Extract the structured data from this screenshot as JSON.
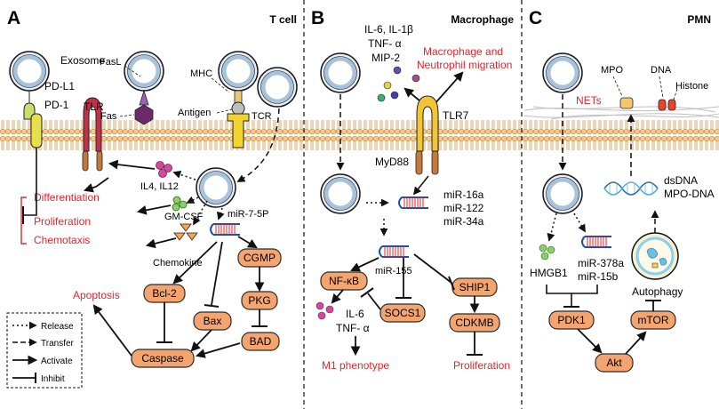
{
  "panels": {
    "a": {
      "letter": "A",
      "title": "T cell"
    },
    "b": {
      "letter": "B",
      "title": "Macrophage"
    },
    "c": {
      "letter": "C",
      "title": "PMN"
    }
  },
  "colors": {
    "red": "#e8232a",
    "node_fill": "#f4a46e",
    "node_stroke": "#2b2b2b",
    "membrane": "#f5c98a",
    "vesicle": "#bcd3e8"
  },
  "a": {
    "exosome": "Exosome",
    "pdl1": "PD-L1",
    "pd1": "PD-1",
    "tlr": "TLR",
    "fasl": "FasL",
    "fas": "Fas",
    "mhc": "MHC",
    "antigen": "Antigen",
    "tcr": "TCR",
    "il": "IL4, IL12",
    "gmcsf": "GM-CSF",
    "differentiation": "Differentiation",
    "proliferation": "Proliferation",
    "chemotaxis": "Chemotaxis",
    "chemokine": "Chemokine",
    "mir": "miR-7-5P",
    "apoptosis": "Apoptosis",
    "bcl2": "Bcl-2",
    "bax": "Bax",
    "caspase": "Caspase",
    "cgmp": "CGMP",
    "pkg": "PKG",
    "bad": "BAD"
  },
  "b": {
    "cytokines": [
      "IL-6, IL-1β",
      "TNF- α",
      "MIP-2"
    ],
    "migration": [
      "Macrophage and",
      "Neutrophil migration"
    ],
    "tlr7": "TLR7",
    "myd88": "MyD88",
    "mirs": [
      "miR-16a",
      "miR-122",
      "miR-34a"
    ],
    "mir155": "miR-155",
    "nfkb": "NF-κB",
    "socs1": "SOCS1",
    "ship1": "SHIP1",
    "cdkmb": "CDKMB",
    "il6": "IL-6",
    "tnf": "TNF- α",
    "m1": "M1 phenotype",
    "proliferation": "Proliferation"
  },
  "c": {
    "mpo": "MPO",
    "dna": "DNA",
    "histone": "Histone",
    "nets": "NETs",
    "dsdna": "dsDNA",
    "mpodna": "MPO-DNA",
    "hmgb1": "HMGB1",
    "mirs": [
      "miR-378a",
      "miR-15b"
    ],
    "autophagy": "Autophagy",
    "pdk1": "PDK1",
    "mtor": "mTOR",
    "akt": "Akt"
  },
  "legend": {
    "release": "Release",
    "transfer": "Transfer",
    "activate": "Activate",
    "inhibit": "Inhibit"
  }
}
